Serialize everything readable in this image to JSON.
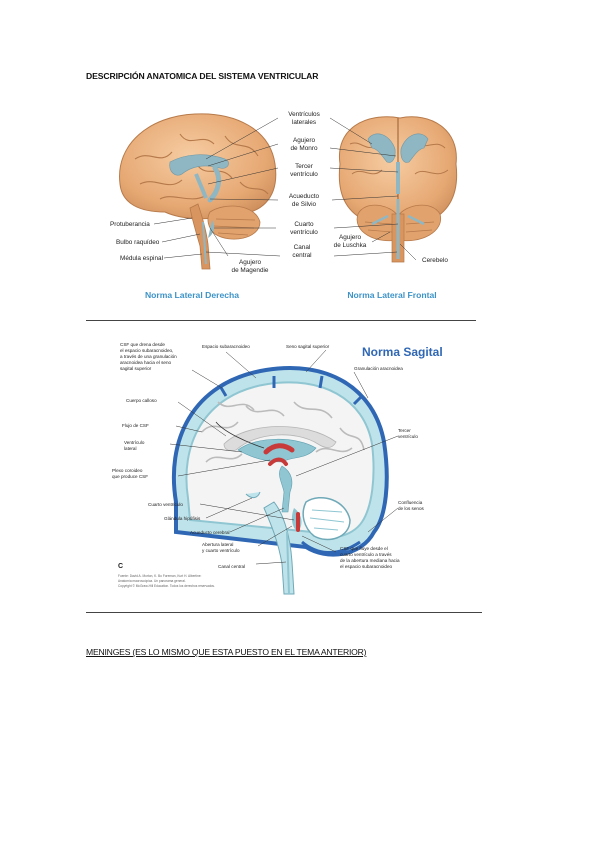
{
  "document": {
    "title": "DESCRIPCIÓN ANATOMICA DEL SISTEMA VENTRICULAR",
    "meninges_heading": "MENINGES (ES LO MISMO QUE ESTA PUESTO EN EL TEMA ANTERIOR)"
  },
  "figure1": {
    "labels": {
      "ventriculos_laterales_1": "Ventrículos",
      "ventriculos_laterales_2": "laterales",
      "agujero_monro_1": "Agujero",
      "agujero_monro_2": "de Monro",
      "tercer_ventriculo_1": "Tercer",
      "tercer_ventriculo_2": "ventrículo",
      "acueducto_1": "Acueducto",
      "acueducto_2": "de Silvio",
      "cuarto_1": "Cuarto",
      "cuarto_2": "ventrículo",
      "canal_1": "Canal",
      "canal_2": "central",
      "luschka_1": "Agujero",
      "luschka_2": "de Luschka",
      "cerebelo": "Cerebelo",
      "protuberancia": "Protuberancia",
      "bulbo": "Bulbo raquídeo",
      "medula": "Médula espinal",
      "magendie_1": "Agujero",
      "magendie_2": "de Magendie"
    },
    "caption_left": "Norma Lateral Derecha",
    "caption_right": "Norma Lateral Frontal"
  },
  "figure2": {
    "heading": "Norma Sagital",
    "letter": "C",
    "labels": {
      "csf_drain_1": "CSF que drena desde",
      "csf_drain_2": "el espacio subaracnoideo,",
      "csf_drain_3": "a través de una granulación",
      "csf_drain_4": "aracnoidea hacia el seno",
      "csf_drain_5": "sagital superior",
      "espacio_sub": "Espacio subaracnoideo",
      "seno_sagital": "Seno sagital superior",
      "granulacion": "Granulación aracnoidea",
      "cuerpo_calloso": "Cuerpo calloso",
      "flujo_csf": "Flujo de CSF",
      "ventriculo_lateral_1": "Ventrículo",
      "ventriculo_lateral_2": "lateral",
      "tercer_1": "Tercer",
      "tercer_2": "ventrículo",
      "plexo_1": "Plexo coroideo",
      "plexo_2": "que produce CSF",
      "cuarto": "Cuarto ventrículo",
      "glandula": "Glándula hipófisis",
      "acueducto": "Acueducto cerebral",
      "abertura_1": "Abertura lateral",
      "abertura_2": "y cuarto ventrículo",
      "canal": "Canal central",
      "confluencia_1": "Confluencia",
      "confluencia_2": "de los senos",
      "csf_fluye_1": "CSF que fluye desde el",
      "csf_fluye_2": "cuarto ventrículo a través",
      "csf_fluye_3": "de la abertura mediana hacia",
      "csf_fluye_4": "el espacio subaracnoideo"
    },
    "credit_1": "Fuente: David A. Morton, K. Bo Foreman, Kurt H. Albertine:",
    "credit_2": "Anatomía macroscópica. Un panorama general.",
    "credit_3": "Copyright © McGraw-Hill Education. Todos los derechos reservados."
  },
  "colors": {
    "brain": "#e9b07f",
    "brain_dark": "#c98a58",
    "ventricle": "#8fb7c3",
    "caption_blue": "#3d93c7",
    "sinus_blue": "#2f67b5",
    "csf_light": "#bfe3ea",
    "plexus_red": "#c83a3a"
  }
}
